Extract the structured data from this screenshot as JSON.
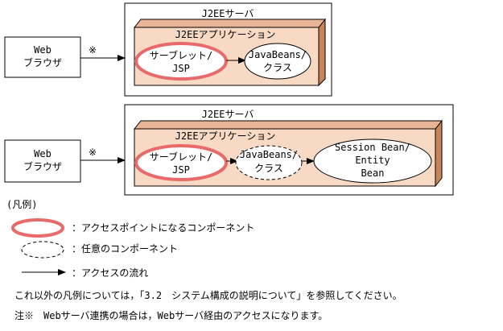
{
  "colors": {
    "app_face": "#f7d9c4",
    "app_side": "#c8855a",
    "access_point_border": "#e86a6a",
    "server_border": "#000000"
  },
  "diagram1": {
    "server_label": "J2EEサーバ",
    "app_label": "J2EEアプリケーション",
    "browser_label": [
      "Web",
      "ブラウザ"
    ],
    "note_mark": "※",
    "servlet_label": [
      "サーブレット/",
      "JSP"
    ],
    "javabeans_label": [
      "JavaBeans/",
      "クラス"
    ]
  },
  "diagram2": {
    "server_label": "J2EEサーバ",
    "app_label": "J2EEアプリケーション",
    "browser_label": [
      "Web",
      "ブラウザ"
    ],
    "note_mark": "※",
    "servlet_label": [
      "サーブレット/",
      "JSP"
    ],
    "javabeans_label": [
      "JavaBeans/",
      "クラス"
    ],
    "session_bean_label": [
      "Session Bean/",
      "Entity",
      "Bean"
    ]
  },
  "legend": {
    "title": "(凡例)",
    "access_point": "：アクセスポイントになるコンポーネント",
    "optional": "：任意のコンポーネント",
    "flow": "：アクセスの流れ"
  },
  "notes": {
    "other_legend": "これ以外の凡例については，「3.2　システム構成の説明について」を参照してください。",
    "note": "注※　Webサーバ連携の場合は，Webサーバ経由のアクセスになります。"
  }
}
